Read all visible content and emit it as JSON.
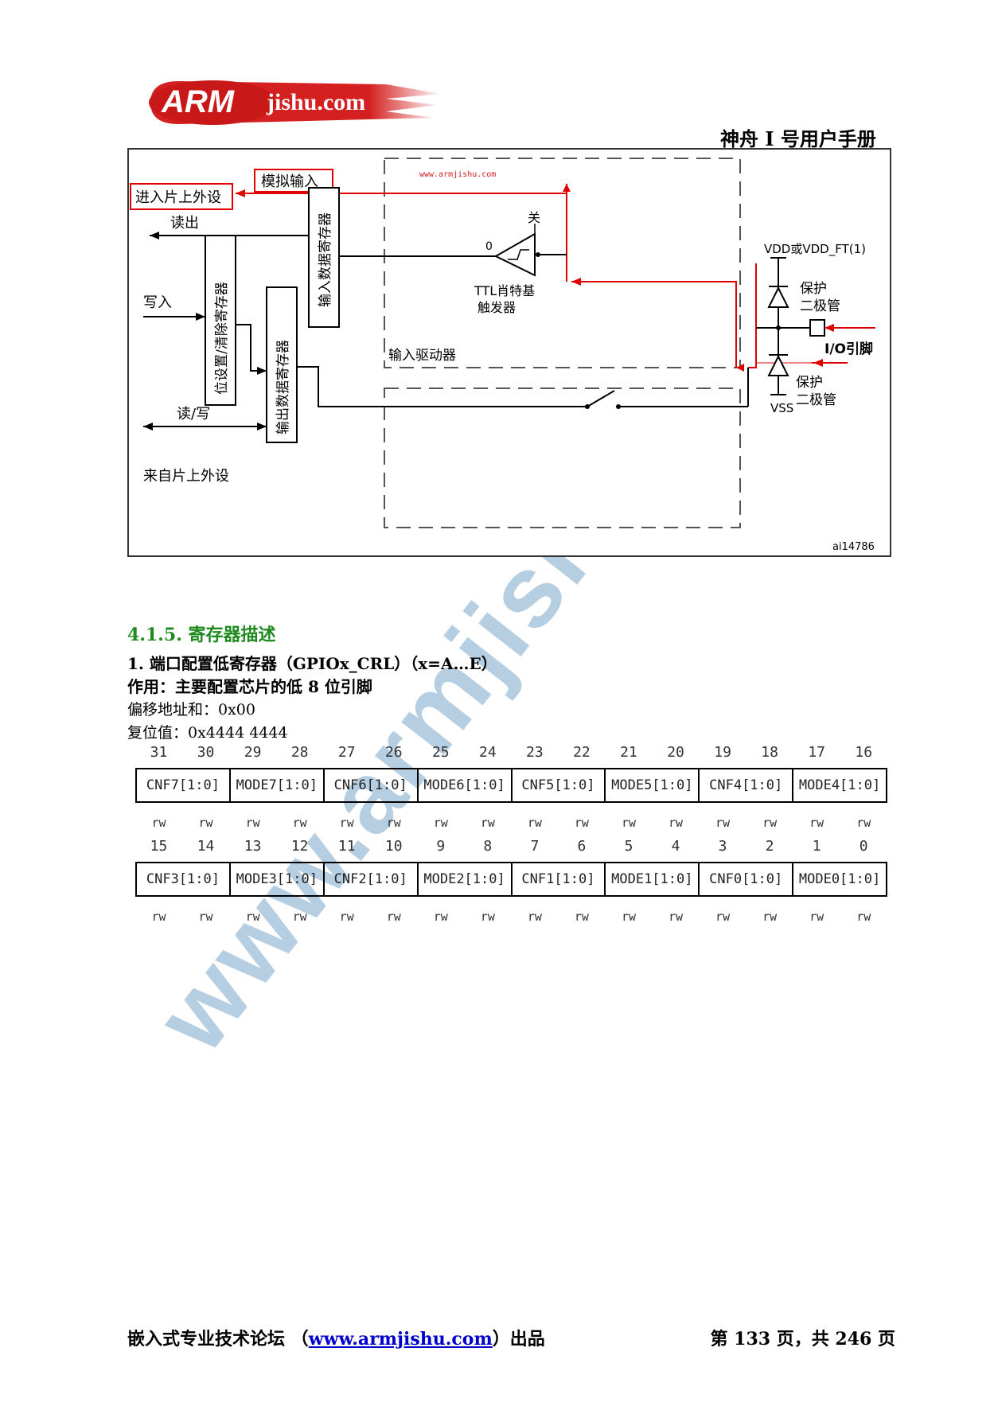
{
  "header": {
    "logo_text_arm": "ARM",
    "logo_text_site": "jishu.com",
    "manual_title": "神舟 I 号用户手册"
  },
  "diagram": {
    "watermark_small": "www.armjishu.com",
    "label_to_peripheral": "进入片上外设",
    "label_analog_input": "模拟输入",
    "label_read": "读出",
    "label_write": "写入",
    "label_read_write": "读/写",
    "label_from_peripheral": "来自片上外设",
    "input_data_register": "输入数据寄存器",
    "bit_set_reset_register": "位设置/清除寄存器",
    "output_data_register": "输出数据寄存器",
    "ttl_trigger_line1": "TTL肖特基",
    "ttl_trigger_line2": "触发器",
    "label_off": "关",
    "label_zero": "0",
    "input_driver": "输入驱动器",
    "vdd_label": "VDD或VDD_FT(1)",
    "protect_diode_top_1": "保护",
    "protect_diode_top_2": "二极管",
    "protect_diode_bottom_1": "保护",
    "protect_diode_bottom_2": "二极管",
    "io_pin": "I/O引脚",
    "vss_label": "VSS",
    "figure_id": "ai14786"
  },
  "section": {
    "heading": "4.1.5.  寄存器描述",
    "register_title": "1.   端口配置低寄存器（GPIOx_CRL）（x=A…E）",
    "purpose": "作用：主要配置芯片的低 8 位引脚",
    "offset": "偏移地址和：0x00",
    "reset_value": "复位值：0x4444 4444"
  },
  "register_table": {
    "upper_bits": [
      "31",
      "30",
      "29",
      "28",
      "27",
      "26",
      "25",
      "24",
      "23",
      "22",
      "21",
      "20",
      "19",
      "18",
      "17",
      "16"
    ],
    "upper_fields": [
      "CNF7[1:0]",
      "MODE7[1:0]",
      "CNF6[1:0]",
      "MODE6[1:0]",
      "CNF5[1:0]",
      "MODE5[1:0]",
      "CNF4[1:0]",
      "MODE4[1:0]"
    ],
    "lower_bits": [
      "15",
      "14",
      "13",
      "12",
      "11",
      "10",
      "9",
      "8",
      "7",
      "6",
      "5",
      "4",
      "3",
      "2",
      "1",
      "0"
    ],
    "lower_fields": [
      "CNF3[1:0]",
      "MODE3[1:0]",
      "CNF2[1:0]",
      "MODE2[1:0]",
      "CNF1[1:0]",
      "MODE1[1:0]",
      "CNF0[1:0]",
      "MODE0[1:0]"
    ],
    "access": "rw"
  },
  "watermark": "www.armjishu.com",
  "footer": {
    "left_prefix": "嵌入式专业技术论坛  （",
    "link": "www.armjishu.com",
    "left_suffix": "）出品",
    "page": "第 133 页，共 246 页"
  },
  "colors": {
    "logo_red": "#d42020",
    "heading_green": "#1f8a1f",
    "watermark_blue": "#7aa6c8",
    "signal_red": "#e00000"
  }
}
